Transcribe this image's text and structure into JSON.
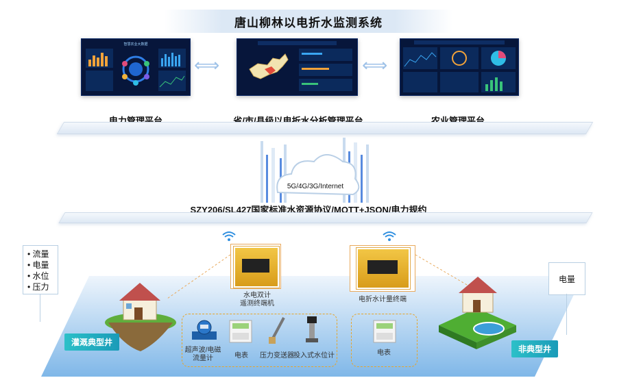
{
  "title": "唐山柳林以电折水监测系统",
  "platforms": {
    "left": "电力管理平台",
    "center": "省/市/县级以电折水分析管理平台",
    "right": "农业管理平台"
  },
  "screen_texts": {
    "left": "智慧农业大数据"
  },
  "network": "5G/4G/3G/Internet",
  "protocol": "SZY206/SL427国家标准水资源协议/MQTT+JSON/电力规约",
  "left_metrics": [
    "流量",
    "电量",
    "水位",
    "压力"
  ],
  "right_metrics": [
    "电量"
  ],
  "devices": {
    "left_caption_line1": "水电双计",
    "left_caption_line2": "遥测终端机",
    "right_caption": "电折水计量终端"
  },
  "sensors_left": [
    {
      "line1": "超声波/电磁",
      "line2": "流量计"
    },
    {
      "line1": "电表",
      "line2": ""
    },
    {
      "line1": "压力变送器",
      "line2": ""
    },
    {
      "line1": "投入式水位计",
      "line2": ""
    }
  ],
  "sensors_right": [
    {
      "line1": "电表",
      "line2": ""
    }
  ],
  "wells": {
    "typical": "灌溉典型井",
    "non_typical": "非典型井"
  },
  "colors": {
    "accent": "#1a9bb8",
    "device": "#e0a23a",
    "screen_bg": "#06163a"
  }
}
